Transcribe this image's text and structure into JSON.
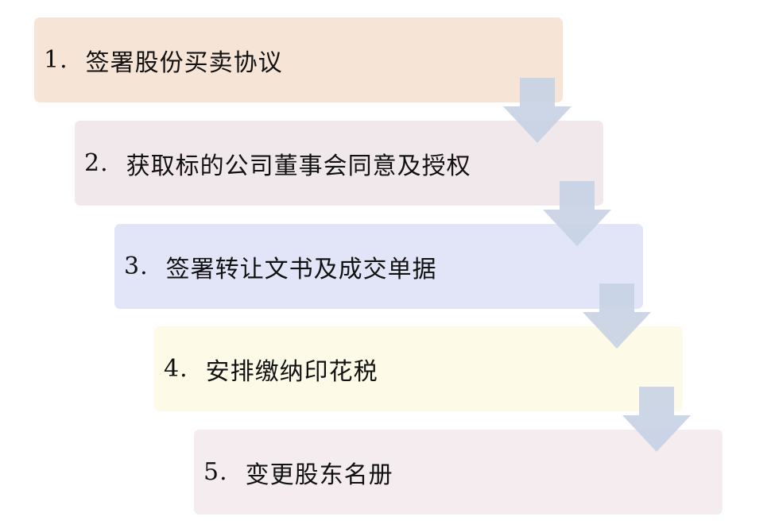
{
  "steps": [
    {
      "number": "1.",
      "label": "签署股份买卖协议",
      "color": "#f6e4d6"
    },
    {
      "number": "2.",
      "label": "获取标的公司董事会同意及授权",
      "color": "#f1e8ec"
    },
    {
      "number": "3.",
      "label": "签署转让文书及成交单据",
      "color": "#e2e5f7"
    },
    {
      "number": "4.",
      "label": "安排缴纳印花税",
      "color": "#fdfbe8"
    },
    {
      "number": "5.",
      "label": "变更股东名册",
      "color": "#f5ecef"
    }
  ],
  "arrow_color": "#c7d1e4"
}
